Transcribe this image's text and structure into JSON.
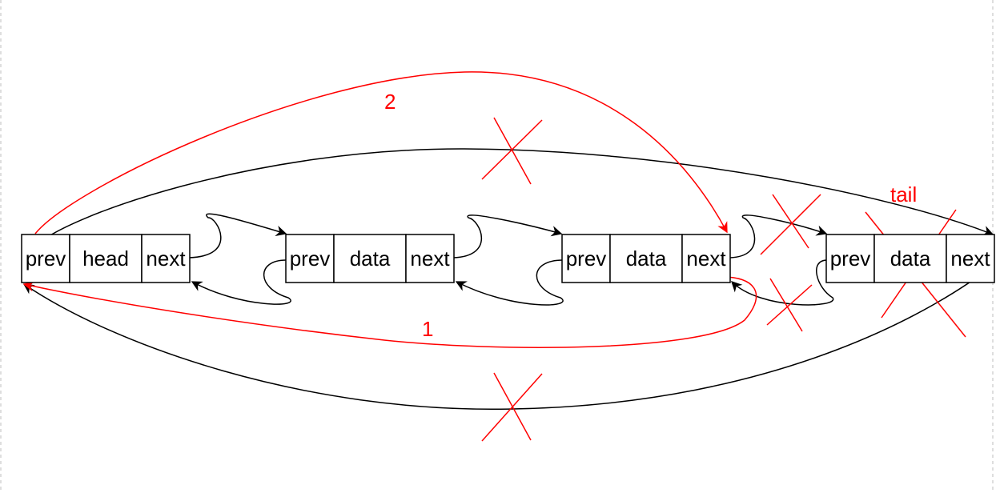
{
  "colors": {
    "black": "#000000",
    "red": "#ff0000",
    "guide": "#c8c8c8"
  },
  "nodes": [
    {
      "id": "head-node",
      "cells": [
        "prev",
        "head",
        "next"
      ]
    },
    {
      "id": "node-2",
      "cells": [
        "prev",
        "data",
        "next"
      ]
    },
    {
      "id": "node-3",
      "cells": [
        "prev",
        "data",
        "next"
      ]
    },
    {
      "id": "tail-node",
      "cells": [
        "prev",
        "data",
        "next"
      ]
    }
  ],
  "labels": {
    "step_1": "1",
    "step_2": "2",
    "tail": "tail"
  }
}
